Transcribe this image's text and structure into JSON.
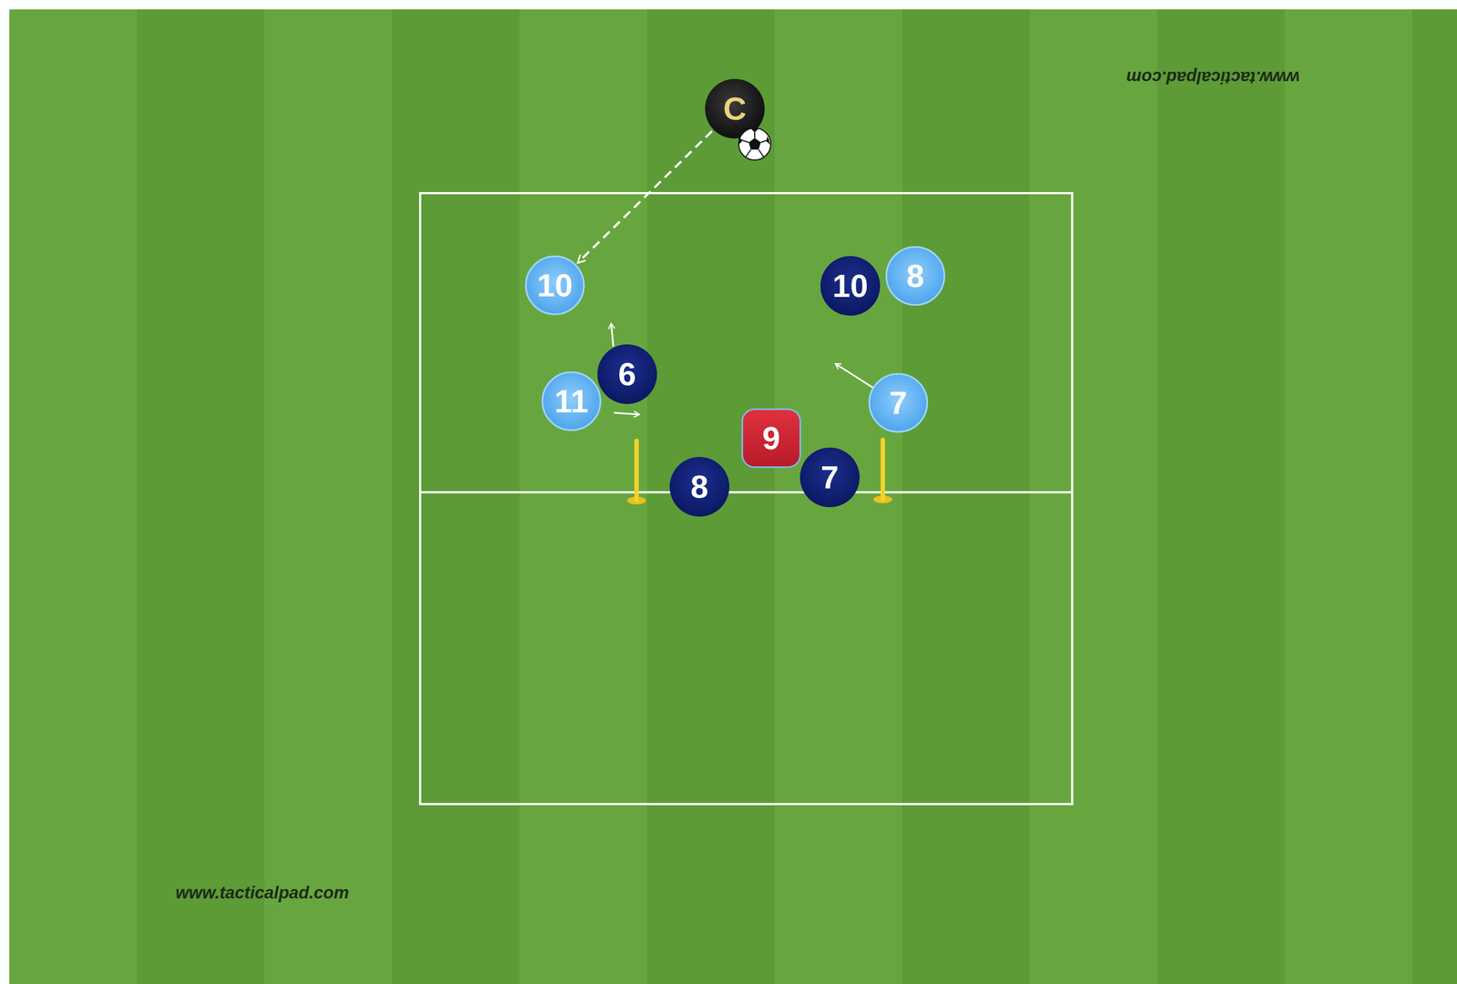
{
  "diagram": {
    "nodes": [
      {
        "text": [
          "C"
        ]
      },
      {
        "text": [
          "10"
        ]
      },
      {
        "text": [
          "10"
        ]
      },
      {
        "text": [
          "8"
        ]
      },
      {
        "text": [
          "6"
        ]
      },
      {
        "text": [
          "11"
        ]
      },
      {
        "text": [
          "7"
        ]
      },
      {
        "text": [
          "9"
        ]
      },
      {
        "text": [
          "8"
        ]
      },
      {
        "text": [
          "7"
        ]
      }
    ],
    "edges": [
      {
        "from": 0,
        "to": 1,
        "arrow": "to"
      }
    ],
    "labels": [
      "www.tacticalpad.com",
      "www.tacticalpad.com"
    ]
  }
}
